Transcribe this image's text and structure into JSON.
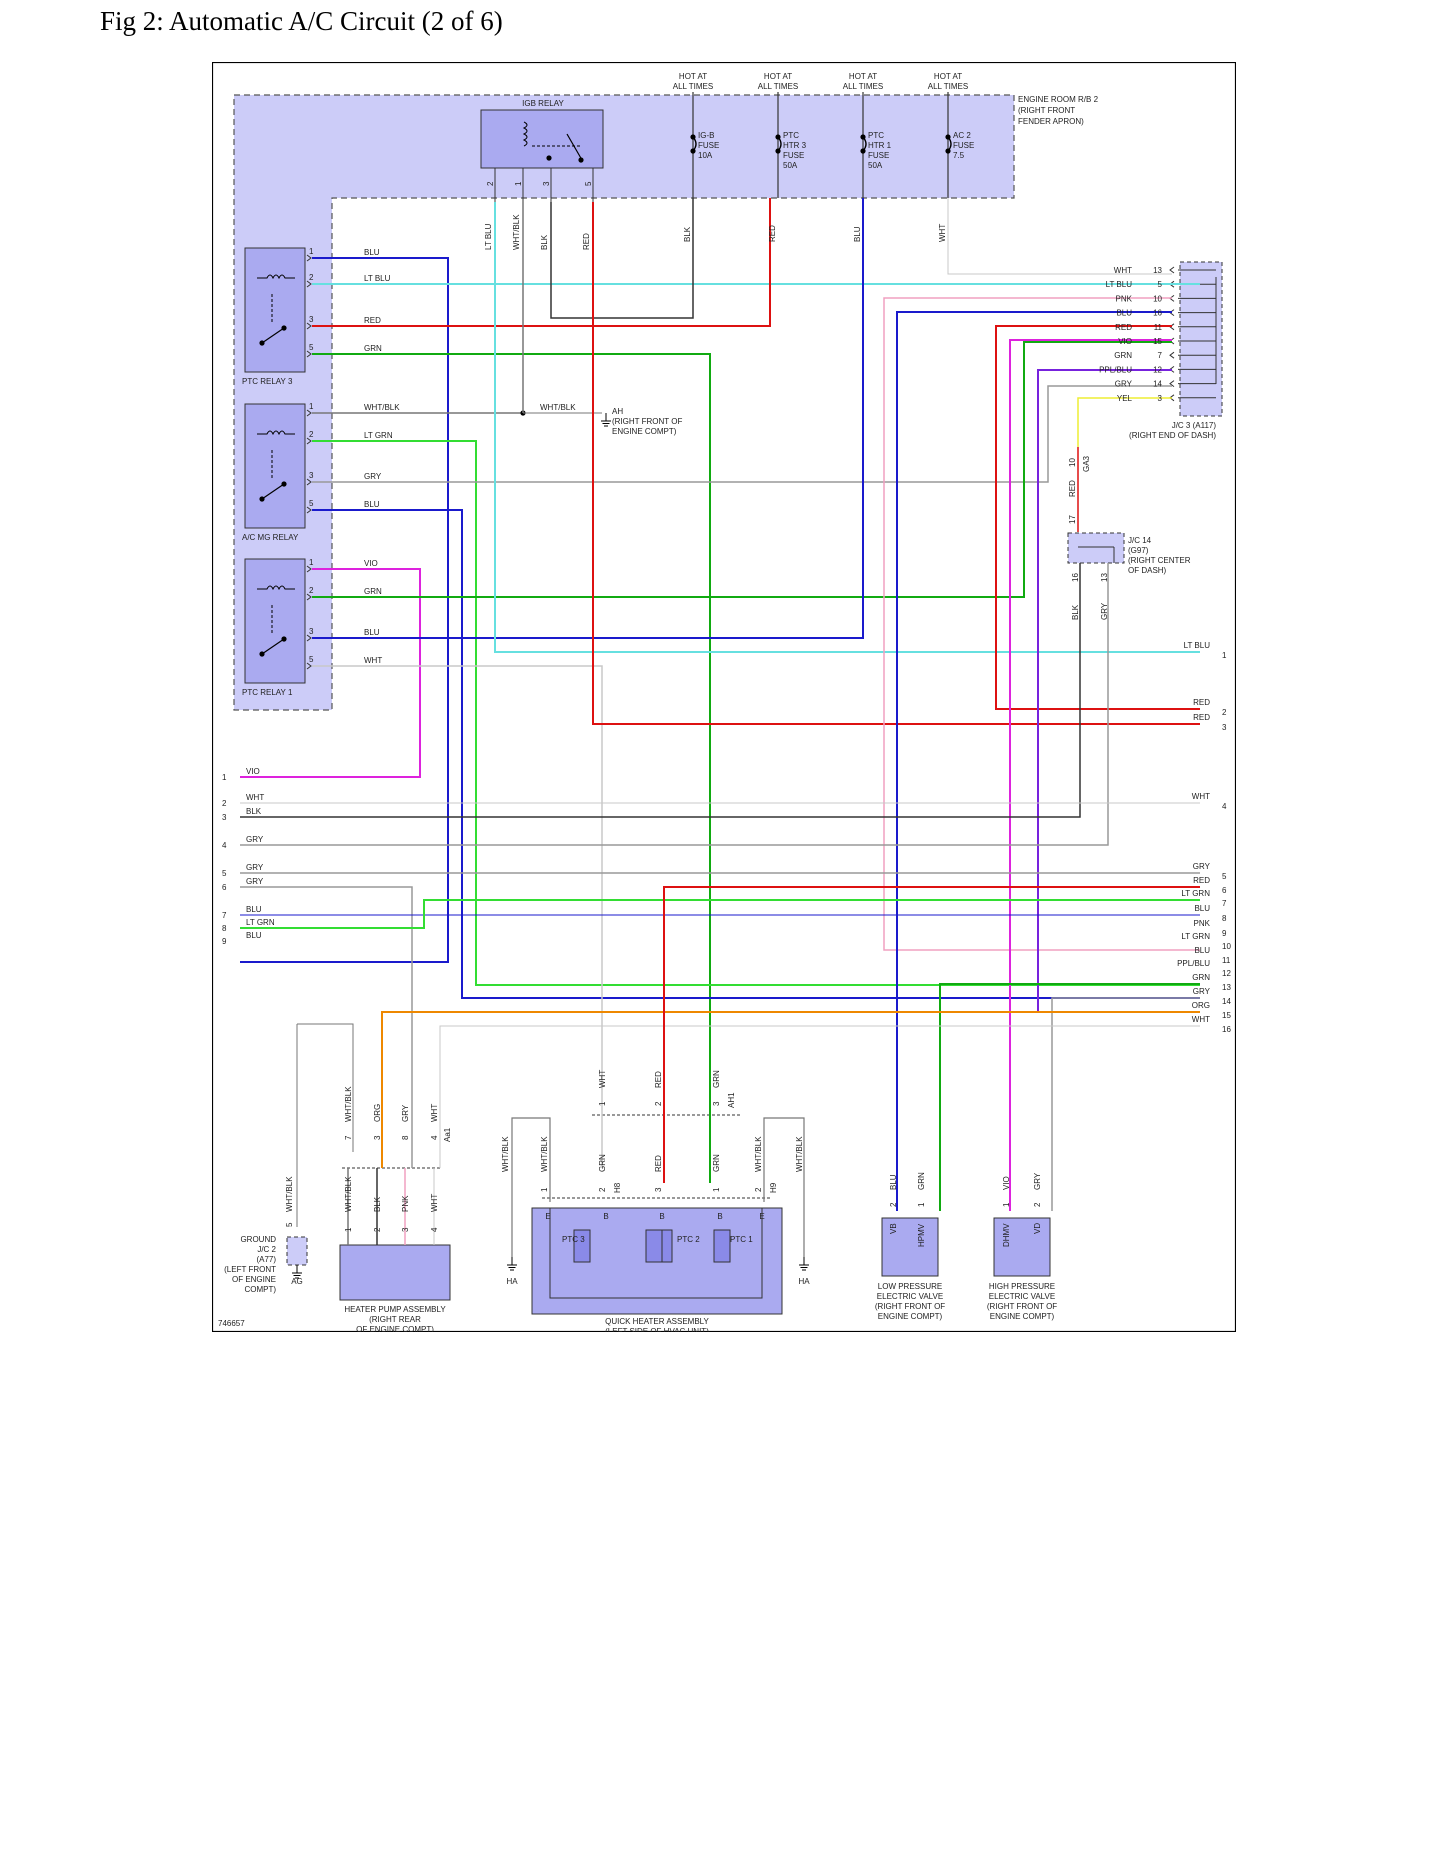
{
  "title": "Fig 2: Automatic A/C Circuit (2 of 6)",
  "figure_id": "746657",
  "colors": {
    "BLU": "#1a1acc",
    "LT BLU": "#66e0e0",
    "RED": "#dd1111",
    "GRN": "#11aa11",
    "LT GRN": "#33dd33",
    "WHT": "#c8c8c8",
    "BLK": "#333333",
    "GRY": "#999999",
    "VIO": "#dd22dd",
    "PNK": "#f0a0c0",
    "PPL/BLU": "#7722dd",
    "ORG": "#ee8800",
    "YEL": "#eeee33",
    "WHT/BLK": "#777777",
    "relay_fill": "#aaaaf0",
    "rb_fill": "#ccccf8"
  },
  "labels": {
    "hot": "HOT AT",
    "all_times": "ALL TIMES",
    "engine_rb": [
      "ENGINE ROOM R/B 2",
      "(RIGHT FRONT",
      "FENDER APRON)"
    ],
    "igb_relay": "IGB RELAY",
    "ptc_relay_3": "PTC RELAY 3",
    "ac_mg_relay": "A/C MG RELAY",
    "ptc_relay_1": "PTC RELAY 1",
    "jc3": [
      "J/C 3 (A117)",
      "(RIGHT END OF DASH)"
    ],
    "jc14": [
      "J/C 14",
      "(G97)",
      "(RIGHT CENTER",
      "OF DASH)"
    ],
    "ground_ah": [
      "AH",
      "(RIGHT FRONT OF",
      "ENGINE COMPT)"
    ],
    "ground_jc2": [
      "GROUND",
      "J/C 2",
      "(A77)",
      "(LEFT FRONT",
      "OF ENGINE",
      "COMPT)"
    ],
    "ag": "AG",
    "ha": "HA",
    "heater_pump": [
      "HEATER PUMP ASSEMBLY",
      "(RIGHT REAR",
      "OF ENGINE COMPT)"
    ],
    "quick_heater": [
      "QUICK HEATER ASSEMBLY",
      "(LEFT SIDE OF HVAC UNIT)"
    ],
    "low_valve": [
      "LOW PRESSURE",
      "ELECTRIC VALVE",
      "(RIGHT FRONT OF",
      "ENGINE COMPT)"
    ],
    "high_valve": [
      "HIGH PRESSURE",
      "ELECTRIC VALVE",
      "(RIGHT FRONT OF",
      "ENGINE COMPT)"
    ],
    "ptc1": "PTC 1",
    "ptc2": "PTC 2",
    "ptc3": "PTC 3",
    "ga3": "GA3",
    "ah1": "AH1",
    "h8": "H8",
    "h9": "H9",
    "aa1": "Aa1",
    "vb": "VB",
    "hpmv": "HPMV",
    "dhmv": "DHMV",
    "vd": "VD"
  },
  "fuses": [
    {
      "name": "IG-B",
      "l2": "FUSE",
      "l3": "10A"
    },
    {
      "name": "PTC",
      "l2": "HTR 3",
      "l3": "FUSE",
      "l4": "50A"
    },
    {
      "name": "PTC",
      "l2": "HTR 1",
      "l3": "FUSE",
      "l4": "50A"
    },
    {
      "name": "AC 2",
      "l2": "FUSE",
      "l3": "7.5"
    }
  ],
  "igb_pins": [
    "2",
    "1",
    "3",
    "5"
  ],
  "igb_wires": [
    "LT BLU",
    "WHT/BLK",
    "BLK",
    "RED"
  ],
  "fuse_wires": [
    "BLK",
    "RED",
    "BLU",
    "WHT"
  ],
  "relay_pins": [
    "1",
    "2",
    "3",
    "5"
  ],
  "ptc3_wires": [
    "BLU",
    "LT BLU",
    "RED",
    "GRN"
  ],
  "acmg_wires": [
    "WHT/BLK",
    "LT GRN",
    "GRY",
    "BLU"
  ],
  "ptc1_wires": [
    "VIO",
    "GRN",
    "BLU",
    "WHT"
  ],
  "whtblk_mid": "WHT/BLK",
  "jc3_rows": [
    {
      "w": "WHT",
      "p": "13"
    },
    {
      "w": "LT BLU",
      "p": "5"
    },
    {
      "w": "PNK",
      "p": "10"
    },
    {
      "w": "BLU",
      "p": "16"
    },
    {
      "w": "RED",
      "p": "11"
    },
    {
      "w": "VIO",
      "p": "15"
    },
    {
      "w": "GRN",
      "p": "7"
    },
    {
      "w": "PPL/BLU",
      "p": "12"
    },
    {
      "w": "GRY",
      "p": "14"
    },
    {
      "w": "YEL",
      "p": "3"
    }
  ],
  "jc14": {
    "p10": "10",
    "red": "RED",
    "p17": "17",
    "p16": "16",
    "p13": "13",
    "blk": "BLK",
    "gry": "GRY"
  },
  "left_conn": [
    {
      "n": "1",
      "w": "VIO"
    },
    {
      "n": "2",
      "w": "WHT"
    },
    {
      "n": "3",
      "w": "BLK"
    },
    {
      "n": "4",
      "w": "GRY"
    },
    {
      "n": "5",
      "w": "GRY"
    },
    {
      "n": "6",
      "w": "GRY"
    },
    {
      "n": "7",
      "w": "BLU"
    },
    {
      "n": "8",
      "w": "LT GRN"
    },
    {
      "n": "9",
      "w": "BLU"
    }
  ],
  "right_conn": [
    {
      "n": "1",
      "w": "LT BLU"
    },
    {
      "n": "2",
      "w": "RED"
    },
    {
      "n": "3",
      "w": "RED"
    },
    {
      "n": "4",
      "w": "WHT"
    },
    {
      "n": "5",
      "w": "GRY"
    },
    {
      "n": "6",
      "w": "RED"
    },
    {
      "n": "7",
      "w": "LT GRN"
    },
    {
      "n": "8",
      "w": "BLU"
    },
    {
      "n": "9",
      "w": "PNK"
    },
    {
      "n": "10",
      "w": "LT GRN"
    },
    {
      "n": "11",
      "w": "BLU"
    },
    {
      "n": "12",
      "w": "PPL/BLU"
    },
    {
      "n": "13",
      "w": "GRN"
    },
    {
      "n": "14",
      "w": "GRY"
    },
    {
      "n": "15",
      "w": "ORG"
    },
    {
      "n": "16",
      "w": "WHT"
    }
  ],
  "hp_wires_top": [
    "WHT/BLK",
    "ORG",
    "GRY",
    "WHT"
  ],
  "hp_pins_top": [
    "7",
    "3",
    "8",
    "4"
  ],
  "hp_wires_bot": [
    "WHT/BLK",
    "BLK",
    "PNK",
    "WHT"
  ],
  "hp_pins_bot": [
    "1",
    "2",
    "3",
    "4"
  ],
  "gnd_wire": "WHT/BLK",
  "gnd_pin": "5",
  "qh_wires_top": [
    "WHT",
    "RED",
    "GRN"
  ],
  "qh_pins_top": [
    "1",
    "2",
    "3"
  ],
  "qh_wires_bot": [
    "WHT/BLK",
    "GRN",
    "RED",
    "GRN",
    "WHT/BLK"
  ],
  "qh_pins_bot": [
    "1",
    "2",
    "3",
    "1",
    "2"
  ],
  "qh_side_wires": [
    "WHT/BLK",
    "WHT/BLK"
  ],
  "qh_terms": [
    "E",
    "B",
    "B",
    "B",
    "E"
  ],
  "lv": {
    "w1": "BLU",
    "w2": "GRN",
    "p1": "2",
    "p2": "1"
  },
  "hv": {
    "w1": "VIO",
    "w2": "GRY",
    "p1": "1",
    "p2": "2"
  }
}
